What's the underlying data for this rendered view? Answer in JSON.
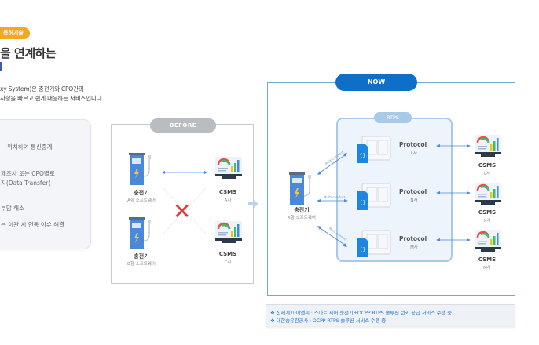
{
  "header": {
    "badge": "특허기술",
    "title": "을 연계하는",
    "description_lines": [
      "xy System)은 충전기와 CPO간의",
      "사항을 빠르고 쉽게 대응하는 서비스입니다."
    ]
  },
  "feature_box": {
    "items": [
      "위치하여 통신중계",
      "제조사 또는 CPO별로",
      "지(Data Transfer)",
      "부담 해소",
      "는 이관 시 연동 이슈 해결"
    ]
  },
  "before": {
    "label": "BEFORE",
    "chargers": [
      {
        "title": "충전기",
        "subtitle": "A향 소프트웨어"
      },
      {
        "title": "충전기",
        "subtitle": "B향 소프트웨어"
      }
    ],
    "csms": [
      {
        "title": "CSMS",
        "subtitle": "A사"
      },
      {
        "title": "CSMS",
        "subtitle": "C사"
      }
    ],
    "blocked_symbol": "✕"
  },
  "now": {
    "label": "NOW",
    "charger": {
      "title": "충전기",
      "subtitle": "X향 소프트웨어"
    },
    "rtps_label": "RTPS",
    "connection_label": "Multi-conduct",
    "protocols": [
      {
        "title": "Protocol",
        "subtitle": "L사"
      },
      {
        "title": "Protocol",
        "subtitle": "N사"
      },
      {
        "title": "Protocol",
        "subtitle": "M사"
      }
    ],
    "csms": [
      {
        "title": "CSMS",
        "subtitle": "L사"
      },
      {
        "title": "CSMS",
        "subtitle": "X사"
      },
      {
        "title": "CSMS",
        "subtitle": "M사"
      }
    ]
  },
  "notes": [
    "신세계 아이앤씨 : 스마트 제어 충전기+OCPP RTPS 솔루션 턴키 공급 서비스 수행 중",
    "대한송유관공사 : OCPP RTPS 솔루션 서비스 수행 중"
  ],
  "note_bullet": "❖",
  "colors": {
    "badge": "#f5a623",
    "now_accent": "#0f6fc6",
    "before_gray": "#b9bcc1",
    "blocked_red": "#e53935",
    "note_text": "#2f7ac8"
  }
}
